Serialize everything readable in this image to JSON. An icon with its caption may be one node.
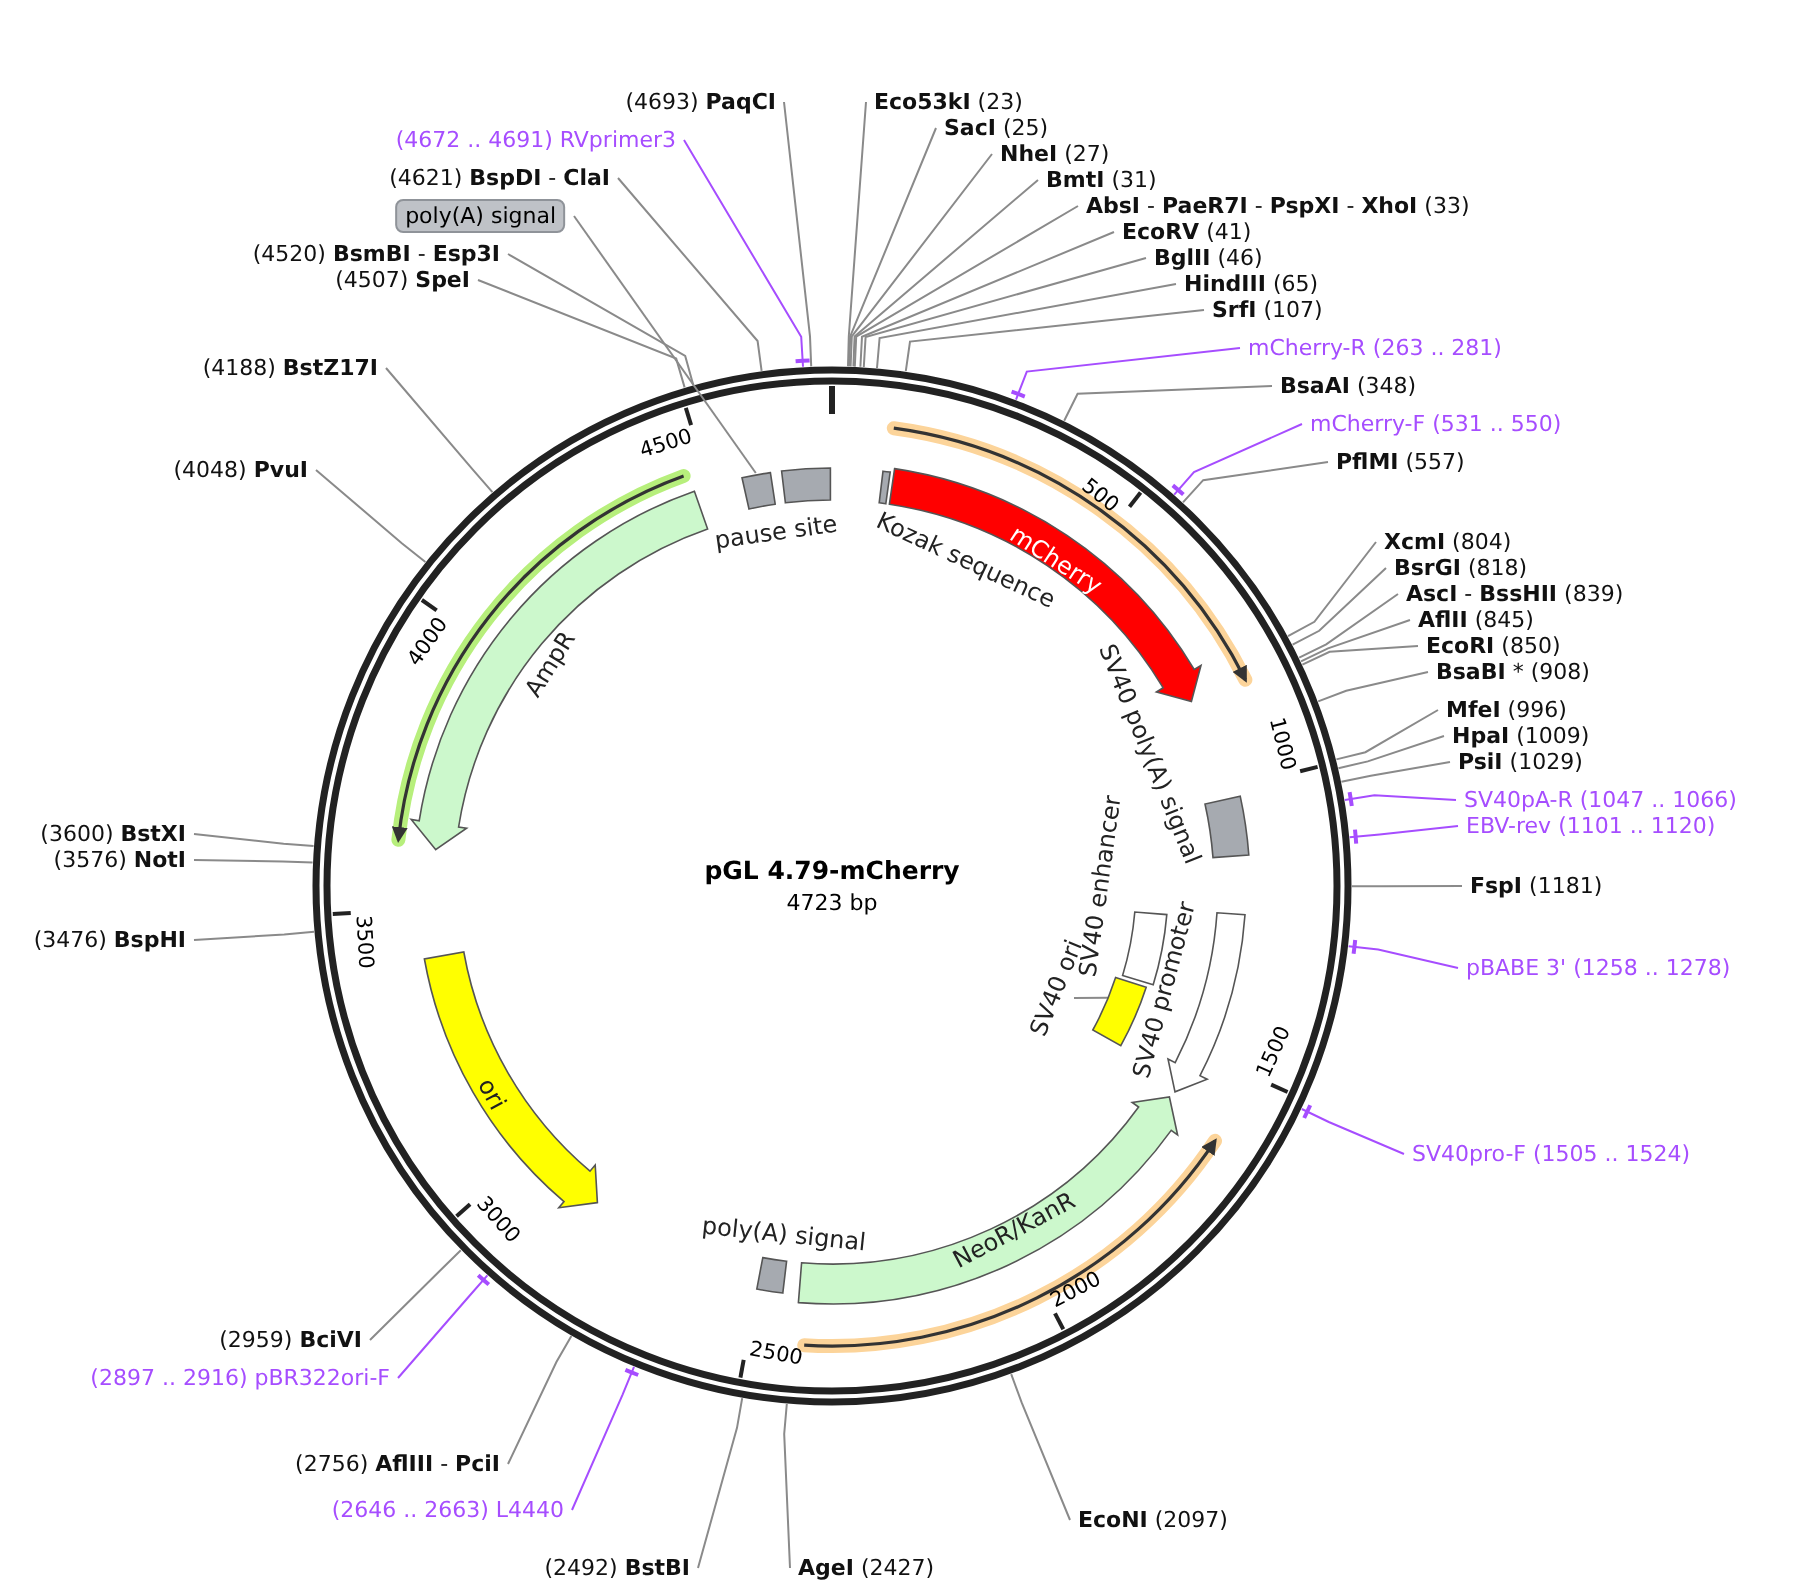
{
  "diagram": {
    "title": "pGL 4.79-mCherry",
    "nodes": [
      {
        "text": [
          "(4693) **PaqCI**"
        ]
      },
      {
        "text": [
          "(4672 .. 4691) RVprimer3"
        ]
      },
      {
        "text": [
          "(4621) **BspDI** - **ClaI**"
        ]
      },
      {
        "text": [
          "poly(A) signal"
        ]
      },
      {
        "text": [
          "(4520) **BsmBI** - **Esp3I**"
        ]
      },
      {
        "text": [
          "(4507) **SpeI**"
        ]
      },
      {
        "text": [
          "(4188) **BstZ17I**"
        ]
      },
      {
        "text": [
          "(4048) **PvuI**"
        ]
      },
      {
        "text": [
          "(3600) **BstXI**"
        ]
      },
      {
        "text": [
          "(3576) **NotI**"
        ]
      },
      {
        "text": [
          "(3476) **BspHI**"
        ]
      },
      {
        "text": [
          "(2959) **BciVI**"
        ]
      },
      {
        "text": [
          "(2897 .. 2916) pBR322ori-F"
        ]
      },
      {
        "text": [
          "(2756) **AflIII** - **PciI**"
        ]
      },
      {
        "text": [
          "(2646 .. 2663) L4440"
        ]
      },
      {
        "text": [
          "(2492) **BstBI**"
        ]
      },
      {
        "text": [
          "**AgeI** (2427)"
        ]
      },
      {
        "text": [
          "**EcoNI** (2097)"
        ]
      },
      {
        "text": [
          "**Eco53kI** (23)"
        ]
      },
      {
        "text": [
          "**SacI** (25)"
        ]
      },
      {
        "text": [
          "**NheI** (27)"
        ]
      },
      {
        "text": [
          "**BmtI** (31)"
        ]
      },
      {
        "text": [
          "**AbsI** - **PaeR7I** - **PspXI** - **XhoI** (33)"
        ]
      },
      {
        "text": [
          "**EcoRV** (41)"
        ]
      },
      {
        "text": [
          "**BglII** (46)"
        ]
      },
      {
        "text": [
          "**HindIII** (65)"
        ]
      },
      {
        "text": [
          "**SrfI** (107)"
        ]
      },
      {
        "text": [
          "mCherry-R (263 .. 281)"
        ]
      },
      {
        "text": [
          "**BsaAI** (348)"
        ]
      },
      {
        "text": [
          "mCherry-F (531 .. 550)"
        ]
      },
      {
        "text": [
          "**PflMI** (557)"
        ]
      },
      {
        "text": [
          "**XcmI** (804)"
        ]
      },
      {
        "text": [
          "**BsrGI** (818)"
        ]
      },
      {
        "text": [
          "**AscI** - **BssHII** (839)"
        ]
      },
      {
        "text": [
          "**AflII** (845)"
        ]
      },
      {
        "text": [
          "**EcoRI** (850)"
        ]
      },
      {
        "text": [
          "**BsaBI** * (908)"
        ]
      },
      {
        "text": [
          "**MfeI** (996)"
        ]
      },
      {
        "text": [
          "**HpaI** (1009)"
        ]
      },
      {
        "text": [
          "**PsiI** (1029)"
        ]
      },
      {
        "text": [
          "SV40pA-R (1047 .. 1066)"
        ]
      },
      {
        "text": [
          "EBV-rev (1101 .. 1120)"
        ]
      },
      {
        "text": [
          "**FspI** (1181)"
        ]
      },
      {
        "text": [
          "pBABE 3' (1258 .. 1278)"
        ]
      },
      {
        "text": [
          "SV40pro-F (1505 .. 1524)"
        ]
      },
      {
        "text": [],
        "shape": "box"
      },
      {
        "text": [
          "pause site"
        ]
      },
      {
        "text": [
          "Kozak sequence"
        ]
      },
      {
        "text": [
          "mCherry"
        ]
      },
      {
        "text": [
          "AmpR"
        ]
      },
      {
        "text": [
          "SV40 poly(A) signal"
        ]
      },
      {
        "text": [
          "SV40 enhancer"
        ]
      },
      {
        "text": [
          "SV40 ori"
        ]
      },
      {
        "text": [],
        "shape": "box"
      },
      {
        "text": [
          "SV40 promoter"
        ]
      },
      {
        "text": [
          "ori"
        ]
      },
      {
        "text": [
          "NeoR/KanR"
        ]
      },
      {
        "text": [
          "poly(A) signal"
        ]
      }
    ],
    "edges": [
      {
        "from": 0,
        "to": null,
        "arrow": "none"
      },
      {
        "from": 1,
        "to": null,
        "arrow": "none",
        "color": "#a64dff"
      },
      {
        "from": 2,
        "to": null,
        "arrow": "none"
      },
      {
        "from": 3,
        "to": 45,
        "arrow": "none"
      },
      {
        "from": 4,
        "to": null,
        "arrow": "none"
      },
      {
        "from": 5,
        "to": null,
        "arrow": "none"
      },
      {
        "from": 6,
        "to": null,
        "arrow": "none"
      },
      {
        "from": 7,
        "to": null,
        "arrow": "none"
      },
      {
        "from": 8,
        "to": null,
        "arrow": "none"
      },
      {
        "from": 9,
        "to": null,
        "arrow": "none"
      },
      {
        "from": 10,
        "to": null,
        "arrow": "none"
      },
      {
        "from": 11,
        "to": null,
        "arrow": "none"
      },
      {
        "from": 12,
        "to": null,
        "arrow": "none",
        "color": "#a64dff"
      },
      {
        "from": 13,
        "to": null,
        "arrow": "none"
      },
      {
        "from": 14,
        "to": null,
        "arrow": "none",
        "color": "#a64dff"
      },
      {
        "from": 15,
        "to": null,
        "arrow": "none"
      },
      {
        "from": 16,
        "to": null,
        "arrow": "none"
      },
      {
        "from": 17,
        "to": null,
        "arrow": "none"
      },
      {
        "from": 18,
        "to": null,
        "arrow": "none"
      },
      {
        "from": 19,
        "to": null,
        "arrow": "none"
      },
      {
        "from": 20,
        "to": null,
        "arrow": "none"
      },
      {
        "from": 21,
        "to": null,
        "arrow": "none"
      },
      {
        "from": 22,
        "to": null,
        "arrow": "none"
      },
      {
        "from": 23,
        "to": null,
        "arrow": "none"
      },
      {
        "from": 24,
        "to": null,
        "arrow": "none"
      },
      {
        "from": 25,
        "to": null,
        "arrow": "none"
      },
      {
        "from": 26,
        "to": null,
        "arrow": "none"
      },
      {
        "from": 27,
        "to": null,
        "arrow": "none",
        "color": "#a64dff"
      },
      {
        "from": 28,
        "to": null,
        "arrow": "none"
      },
      {
        "from": 29,
        "to": null,
        "arrow": "none",
        "color": "#a64dff"
      },
      {
        "from": 30,
        "to": null,
        "arrow": "none"
      },
      {
        "from": 31,
        "to": null,
        "arrow": "none"
      },
      {
        "from": 32,
        "to": null,
        "arrow": "none"
      },
      {
        "from": 33,
        "to": null,
        "arrow": "none"
      },
      {
        "from": 34,
        "to": null,
        "arrow": "none"
      },
      {
        "from": 35,
        "to": null,
        "arrow": "none"
      },
      {
        "from": 36,
        "to": null,
        "arrow": "none"
      },
      {
        "from": 37,
        "to": null,
        "arrow": "none"
      },
      {
        "from": 38,
        "to": null,
        "arrow": "none"
      },
      {
        "from": 39,
        "to": null,
        "arrow": "none"
      },
      {
        "from": 40,
        "to": null,
        "arrow": "none",
        "color": "#a64dff"
      },
      {
        "from": 41,
        "to": null,
        "arrow": "none",
        "color": "#a64dff"
      },
      {
        "from": 42,
        "to": null,
        "arrow": "none"
      },
      {
        "from": 43,
        "to": null,
        "arrow": "none",
        "color": "#a64dff"
      },
      {
        "from": 44,
        "to": null,
        "arrow": "none",
        "color": "#a64dff"
      },
      {
        "from": 52,
        "to": 53,
        "arrow": "none"
      }
    ],
    "labels": [
      "4723 bp",
      "4500",
      "500",
      "4000",
      "1000",
      "3500",
      "1500",
      "3000",
      "2000",
      "2500"
    ]
  }
}
